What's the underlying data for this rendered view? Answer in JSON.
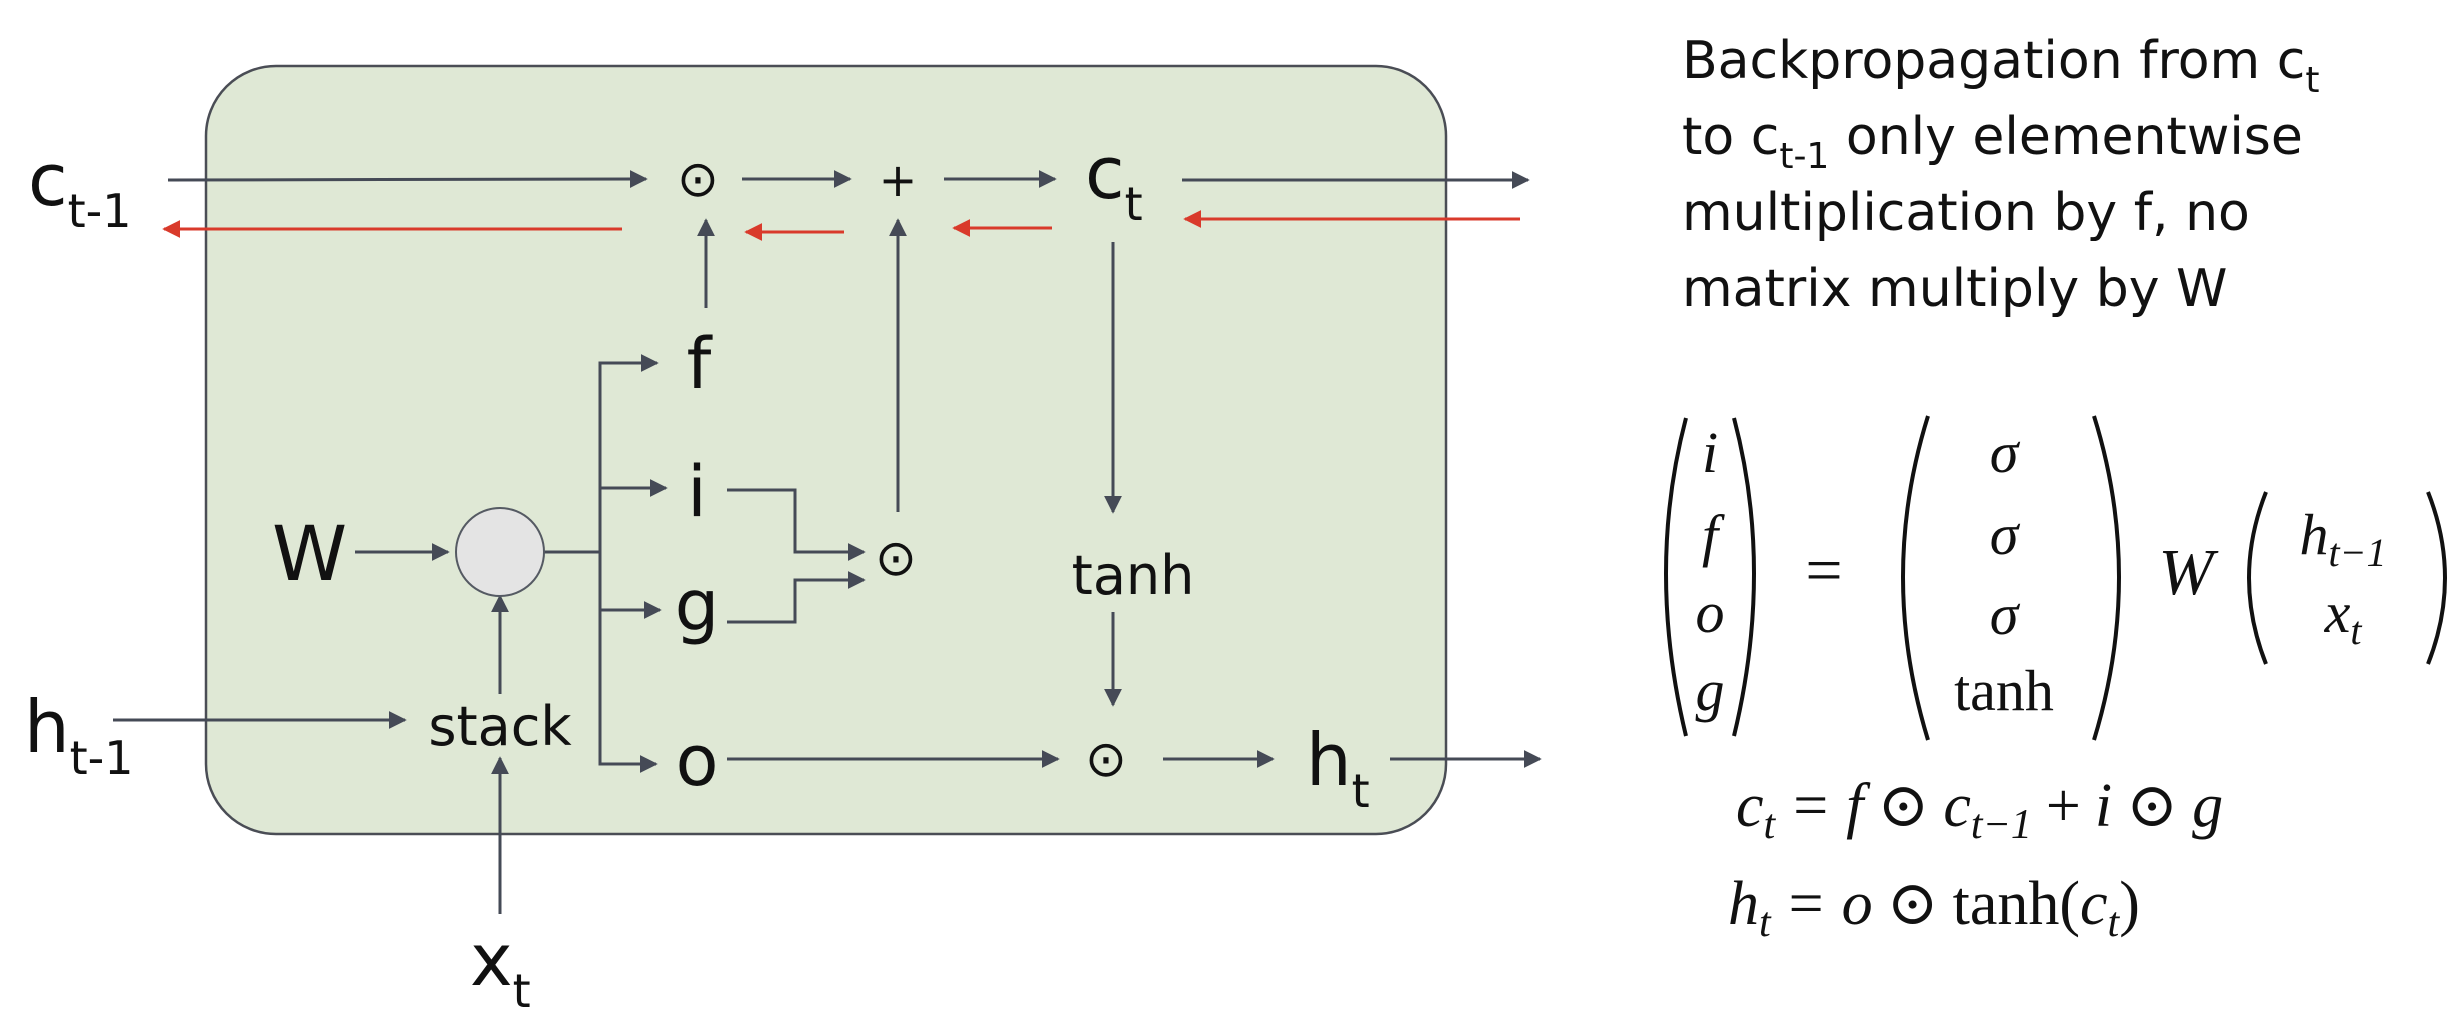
{
  "colors": {
    "cell_fill": "#dfe8d5",
    "cell_stroke": "#4a4d55",
    "arrow": "#454a56",
    "backprop": "#d93a2b",
    "node_fill": "#e4e4e4",
    "text": "#111111"
  },
  "diagram": {
    "inputs": {
      "c_prev": {
        "base": "c",
        "sub": "t-1"
      },
      "h_prev": {
        "base": "h",
        "sub": "t-1"
      },
      "x": {
        "base": "x",
        "sub": "t"
      },
      "W": "W"
    },
    "ops": {
      "hadamard": "⊙",
      "plus": "+",
      "tanh": "tanh",
      "stack": "stack"
    },
    "gates": {
      "f": "f",
      "i": "i",
      "g": "g",
      "o": "o"
    },
    "outputs": {
      "c": {
        "base": "c",
        "sub": "t"
      },
      "h": {
        "base": "h",
        "sub": "t"
      }
    }
  },
  "annotation": {
    "line1": "Backpropagation from c",
    "line1_sub": "t",
    "line2_pre": "to c",
    "line2_sub": "t-1",
    "line2_post": " only elementwise",
    "line3": "multiplication by f, no",
    "line4": "matrix multiply by W"
  },
  "equations": {
    "lhs_vector": [
      "i",
      "f",
      "o",
      "g"
    ],
    "equals": "=",
    "activations": [
      "σ",
      "σ",
      "σ",
      "tanh"
    ],
    "W": "W",
    "input_vector": [
      {
        "base": "h",
        "sub": "t−1"
      },
      {
        "base": "x",
        "sub": "t"
      }
    ],
    "cell_eq": {
      "lhs": "c",
      "lhs_sub": "t",
      "eq": "=",
      "t1": "f",
      "op1": "⊙",
      "t2": "c",
      "t2_sub": "t−1",
      "plus": "+",
      "t3": "i",
      "op2": "⊙",
      "t4": "g"
    },
    "hidden_eq": {
      "lhs": "h",
      "lhs_sub": "t",
      "eq": "=",
      "t1": "o",
      "op1": "⊙",
      "fn": "tanh(",
      "arg": "c",
      "arg_sub": "t",
      "close": ")"
    }
  }
}
